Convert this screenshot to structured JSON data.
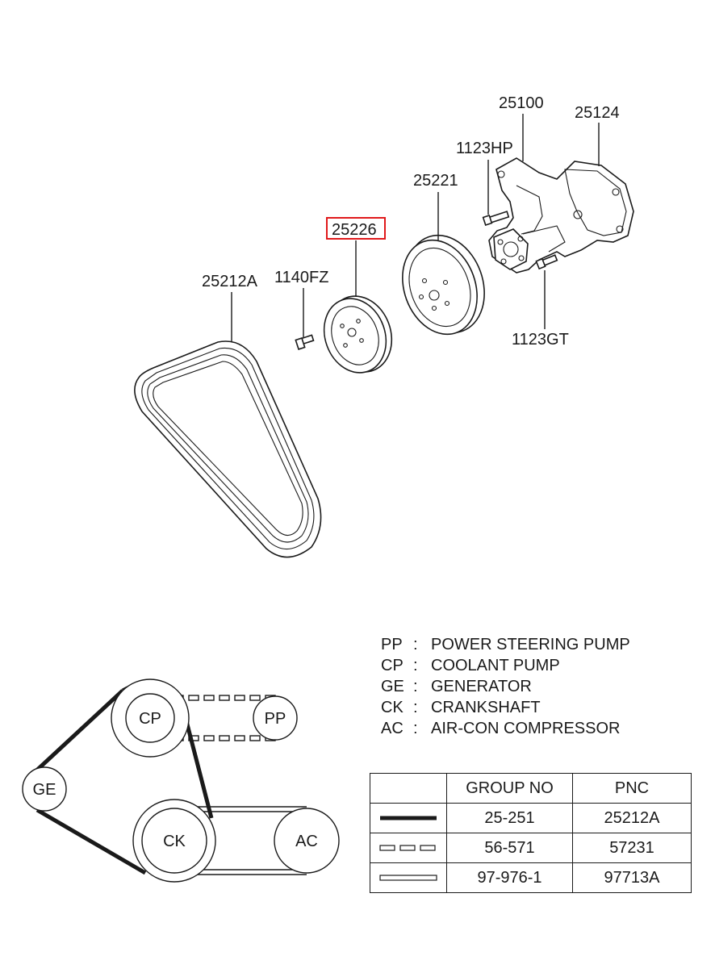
{
  "callouts": {
    "water_pump": "25100",
    "gasket": "25124",
    "bolt_hp": "1123HP",
    "pump_pulley": "25221",
    "idler_pulley": "25226",
    "bolt_fz": "1140FZ",
    "belt": "25212A",
    "bolt_gt": "1123GT"
  },
  "highlight_color": "#e0191b",
  "belt_layout": {
    "nodes": [
      "CP",
      "PP",
      "GE",
      "CK",
      "AC"
    ]
  },
  "legend": [
    {
      "abbr": "PP",
      "sep": ":",
      "text": "POWER STEERING PUMP"
    },
    {
      "abbr": "CP",
      "sep": ":",
      "text": "COOLANT PUMP"
    },
    {
      "abbr": "GE",
      "sep": ":",
      "text": "GENERATOR"
    },
    {
      "abbr": "CK",
      "sep": ":",
      "text": "CRANKSHAFT"
    },
    {
      "abbr": "AC",
      "sep": ":",
      "text": "AIR-CON COMPRESSOR"
    }
  ],
  "parts_table": {
    "headers": [
      "",
      "GROUP NO",
      "PNC"
    ],
    "rows": [
      {
        "line_style": "solid-thick",
        "group_no": "25-251",
        "pnc": "25212A"
      },
      {
        "line_style": "dashed",
        "group_no": "56-571",
        "pnc": "57231"
      },
      {
        "line_style": "double-outline",
        "group_no": "97-976-1",
        "pnc": "97713A"
      }
    ]
  }
}
